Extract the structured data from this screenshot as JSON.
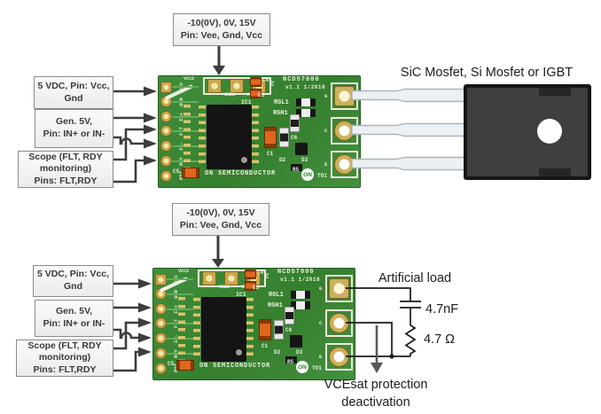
{
  "figure": {
    "top": {
      "power_box": "-10(0V), 0V, 15V\nPin: Vee, Gnd, Vcc",
      "io_boxes": [
        "5 VDC, Pin: Vcc,\nGnd",
        "Gen. 5V,\nPin: IN+ or IN-",
        "Scope (FLT, RDY\nmonitoring)\nPins: FLT,RDY"
      ],
      "device_label": "SiC Mosfet, Si Mosfet or IGBT"
    },
    "bottom": {
      "power_box": "-10(0V), 0V, 15V\nPin: Vee, Gnd, Vcc",
      "io_boxes": [
        "5 VDC, Pin: Vcc,\nGnd",
        "Gen. 5V,\nPin: IN+ or IN-",
        "Scope (FLT, RDY\nmonitoring)\nPins: FLT,RDY"
      ],
      "load_title": "Artificial load",
      "capacitor_value": "4.7nF",
      "resistor_value": "4.7 Ω",
      "vcesat_note": "VCEsat protection\ndeactivation"
    }
  },
  "pcb": {
    "left_pins": [
      "VCC",
      "GND",
      "IN+",
      "FLT",
      "IN-",
      "RDY",
      "RST"
    ],
    "top_connector": {
      "designator": "P2",
      "labels": [
        "VCC2",
        "GND2",
        "VEE2"
      ]
    },
    "output_pads": [
      "G",
      "C",
      "E"
    ],
    "silkscreen": {
      "part": "NCD57000",
      "version": "v1.1 1/2018",
      "ic": "IC1",
      "rgl": "RGL1",
      "rgh": "RGH1",
      "c4": "C4",
      "c3": "C3",
      "c1": "C1",
      "c6": "C6",
      "c5": "C5",
      "d2": "D2",
      "d3": "D3",
      "r5": "R5",
      "brand": "ON SEMICONDUCTOR",
      "logo": "ON",
      "to": "TO1"
    }
  },
  "colors": {
    "board_green": "#3f8f3d",
    "arrow_dark": "#3d3d3d",
    "note_arrow_gray": "#595959",
    "pad_gold": "#c9a84c"
  }
}
